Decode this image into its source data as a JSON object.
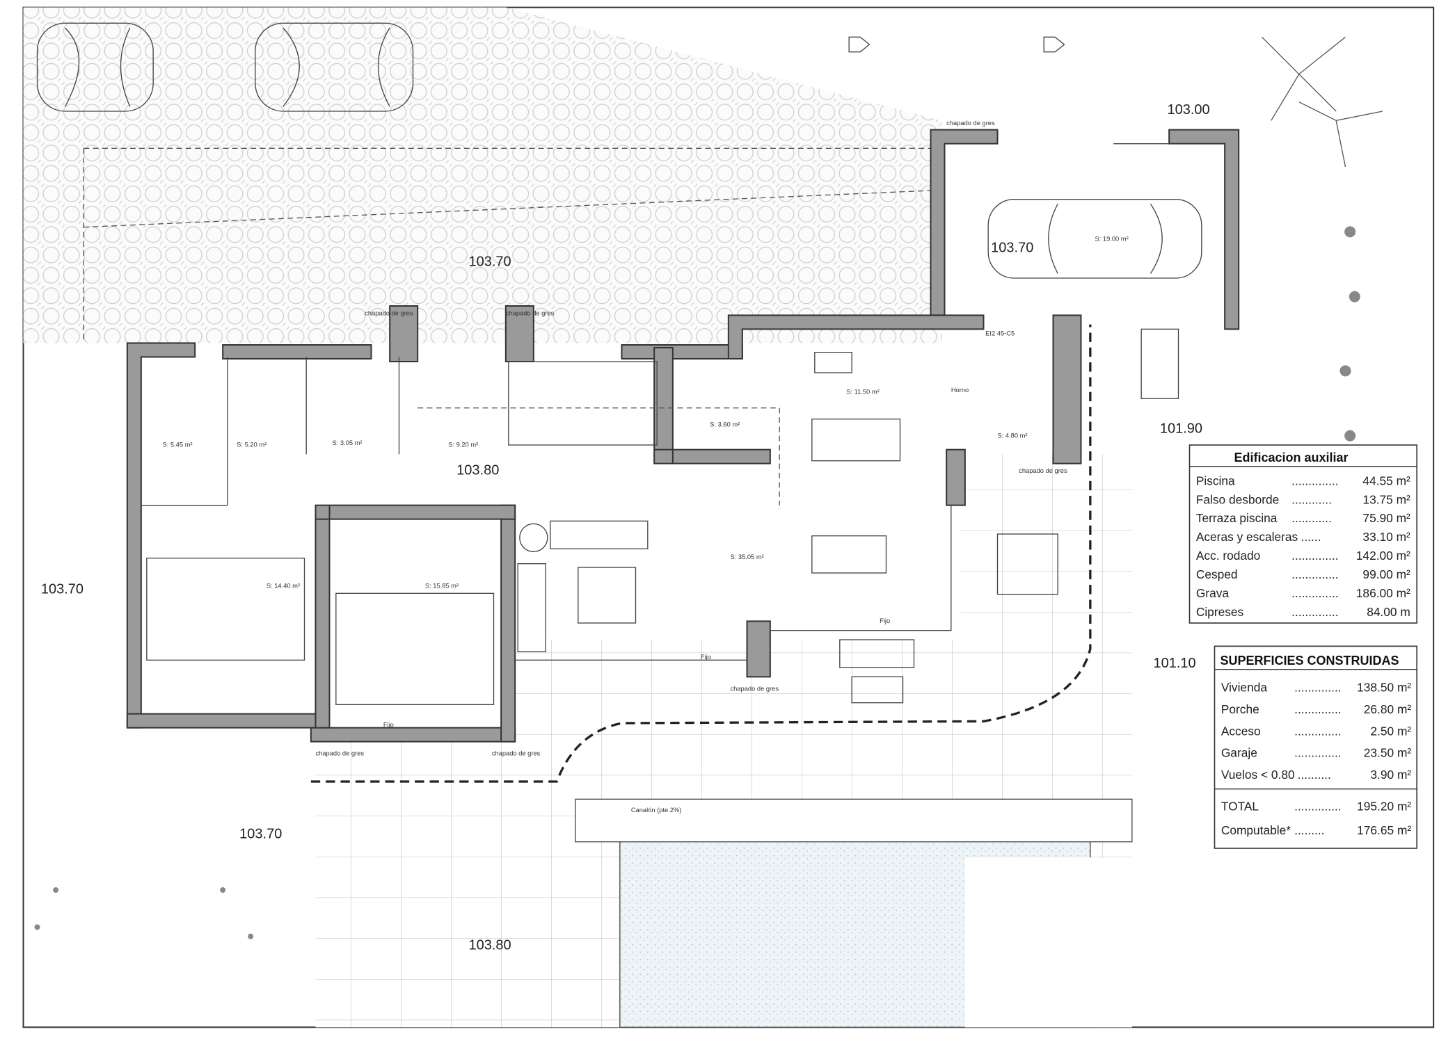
{
  "elevations": {
    "driveway": "103.70",
    "garage_entry": "103.00",
    "garage": "103.70",
    "house": "103.80",
    "west": "103.70",
    "southwest": "103.70",
    "east": "101.90",
    "east_stairs": "101.10",
    "south": "103.80"
  },
  "rooms": [
    {
      "area": "S: 5.45 m²"
    },
    {
      "area": "S: 5.20 m²"
    },
    {
      "area": "S: 3.05 m²"
    },
    {
      "area": "S: 9.20 m²"
    },
    {
      "area": "S: 3.60 m²"
    },
    {
      "area": "S: 11.50 m²"
    },
    {
      "area": "S: 4.80 m²"
    },
    {
      "area": "S: 35.05 m²"
    },
    {
      "area": "S: 14.40 m²"
    },
    {
      "area": "S: 15.85 m²"
    },
    {
      "area": "S: 19.00 m²"
    }
  ],
  "notes": {
    "cladding": "chapado de gres",
    "oven": "Horno",
    "fixed": "Fijo",
    "gutter": "Canalón (pte.2%)",
    "fire_door": "EI2 45-C5"
  },
  "auxiliary_table": {
    "title": "Edificacion auxiliar",
    "rows": [
      {
        "label": "Piscina",
        "dots": "..............",
        "value": "44.55 m²"
      },
      {
        "label": "Falso desborde",
        "dots": "............",
        "value": "13.75 m²"
      },
      {
        "label": "Terraza piscina",
        "dots": "............",
        "value": "75.90 m²"
      },
      {
        "label": "Aceras y escaleras",
        "dots": "......",
        "value": "33.10 m²"
      },
      {
        "label": "Acc. rodado",
        "dots": "..............",
        "value": "142.00 m²"
      },
      {
        "label": "Cesped",
        "dots": "..............",
        "value": "99.00 m²"
      },
      {
        "label": "Grava",
        "dots": "..............",
        "value": "186.00 m²"
      },
      {
        "label": "Cipreses",
        "dots": "..............",
        "value": "84.00 m"
      }
    ]
  },
  "built_table": {
    "title": "SUPERFICIES CONSTRUIDAS",
    "rows": [
      {
        "label": "Vivienda",
        "dots": "..............",
        "value": "138.50 m²"
      },
      {
        "label": "Porche",
        "dots": "..............",
        "value": "26.80 m²"
      },
      {
        "label": "Acceso",
        "dots": "..............",
        "value": "2.50 m²"
      },
      {
        "label": "Garaje",
        "dots": "..............",
        "value": "23.50 m²"
      },
      {
        "label": "Vuelos < 0.80",
        "dots": "..........",
        "value": "3.90 m²"
      }
    ],
    "totals": [
      {
        "label": "TOTAL",
        "dots": "..............",
        "value": "195.20 m²"
      },
      {
        "label": "Computable*",
        "dots": ".........",
        "value": "176.65 m²"
      }
    ]
  }
}
